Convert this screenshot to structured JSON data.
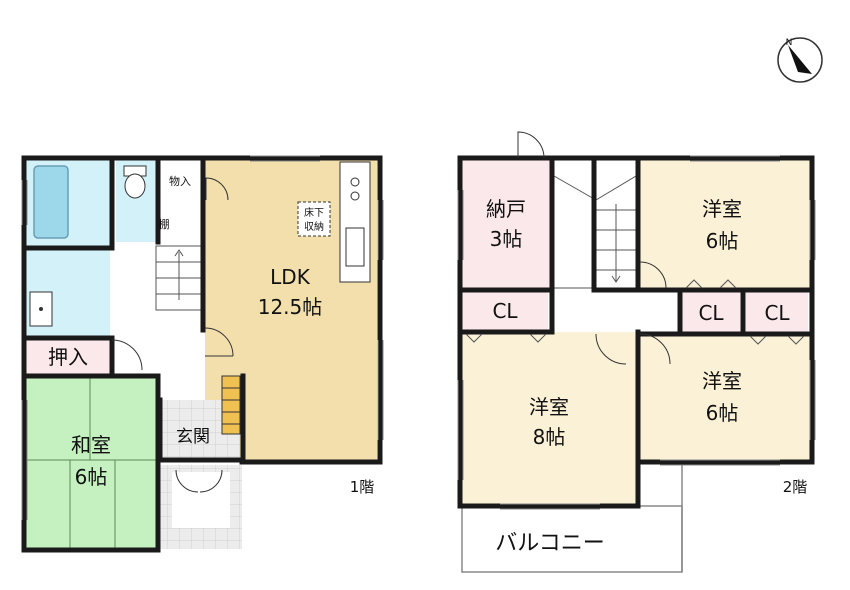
{
  "floor1": {
    "floor_label": "1階",
    "ldk": {
      "name": "LDK",
      "size": "12.5帖"
    },
    "washitsu": {
      "name": "和室",
      "size": "6帖"
    },
    "oshiire": "押入",
    "genkan": "玄関",
    "monoire": "物入",
    "tana": "棚",
    "yukashita": [
      "床下",
      "収納"
    ]
  },
  "floor2": {
    "floor_label": "2階",
    "nando": {
      "name": "納戸",
      "size": "3帖"
    },
    "youshitsu_ne": {
      "name": "洋室",
      "size": "6帖"
    },
    "youshitsu_center": {
      "name": "洋室",
      "size": "8帖"
    },
    "youshitsu_se": {
      "name": "洋室",
      "size": "6帖"
    },
    "closet_label": "CL",
    "balcony": "バルコニー"
  },
  "compass": {
    "north_label": "N"
  },
  "colors": {
    "wall": "#1a1a1a",
    "ldk": "#f2dfac",
    "washitsu": "#c5f0c0",
    "wet_area": "#d3f1f8",
    "nando": "#fbe8ea",
    "youshitsu": "#fbf1d7",
    "genkan_tile": "#e6e6e6"
  }
}
